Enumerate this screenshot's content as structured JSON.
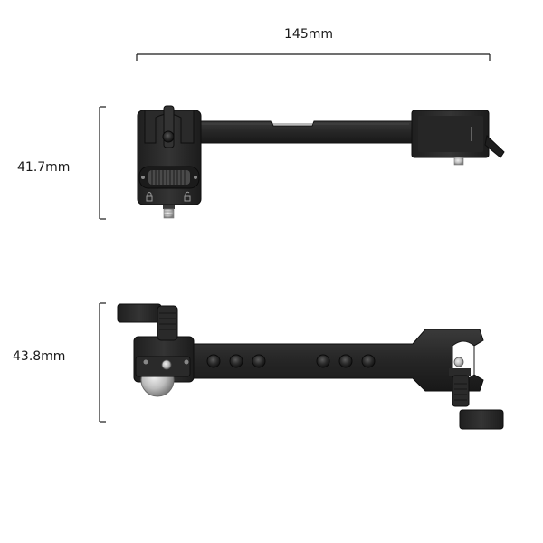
{
  "dimensions": {
    "width": "145mm",
    "height_top_view": "41.7mm",
    "height_side_view": "43.8mm"
  },
  "colors": {
    "metal": "#2b2b2b",
    "metal_dark": "#161616",
    "metal_edge": "#3d3d3d",
    "screw_silver": "#b9b9b9",
    "dimension_line": "#1a1a1a"
  }
}
